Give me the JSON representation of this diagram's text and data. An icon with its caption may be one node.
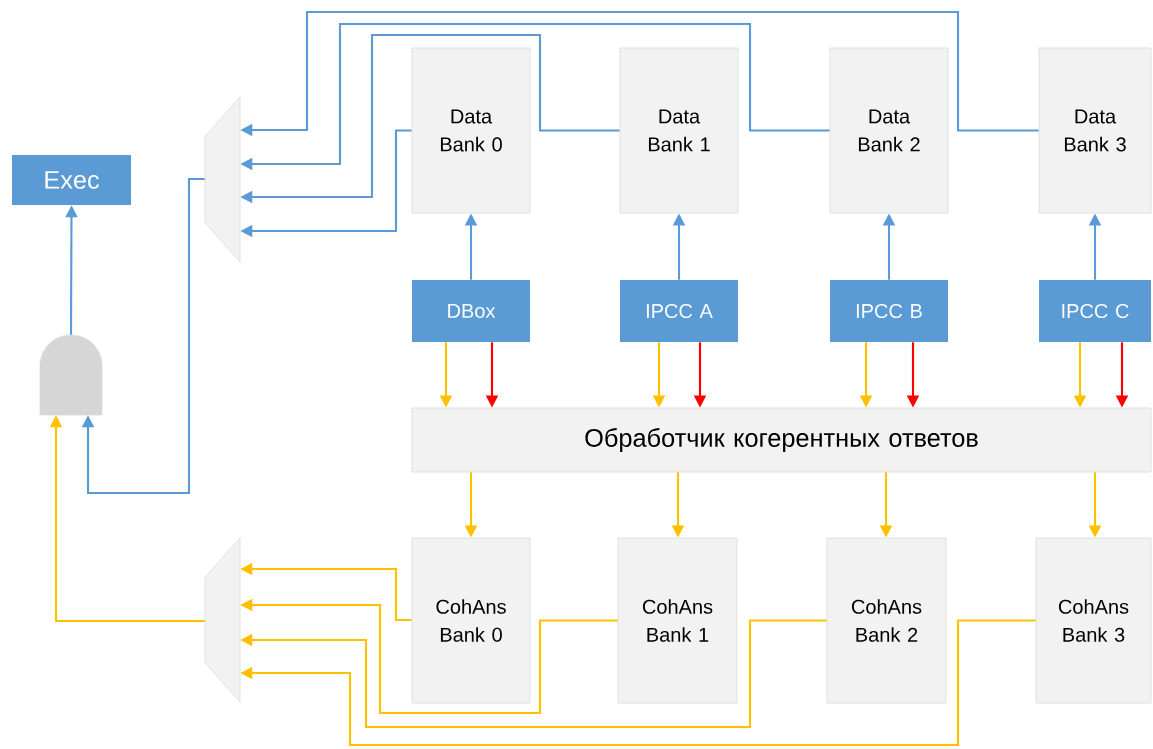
{
  "diagram": {
    "nodes": [
      {
        "text": [
          "Exec"
        ]
      },
      {
        "text": [
          "Data Bank 0"
        ]
      },
      {
        "text": [
          "Data Bank 1"
        ]
      },
      {
        "text": [
          "Data Bank 2"
        ]
      },
      {
        "text": [
          "Data Bank 3"
        ]
      },
      {
        "text": [],
        "shape": "trapezoid"
      },
      {
        "text": [],
        "shape": "gate"
      },
      {
        "text": [
          "DBox"
        ]
      },
      {
        "text": [
          "IPCC A"
        ]
      },
      {
        "text": [
          "IPCC B"
        ]
      },
      {
        "text": [
          "IPCC C"
        ]
      },
      {
        "text": [
          "Обработчик когерентных ответов"
        ]
      },
      {
        "text": [],
        "shape": "trapezoid"
      },
      {
        "text": [
          "CohAns Bank 0"
        ]
      },
      {
        "text": [
          "CohAns Bank 1"
        ]
      },
      {
        "text": [
          "CohAns Bank 2"
        ]
      },
      {
        "text": [
          "CohAns Bank 3"
        ]
      }
    ],
    "edges": [
      {
        "from": 6,
        "to": 0,
        "arrow": "to",
        "color": "#5b9bd5"
      },
      {
        "from": 1,
        "to": 5,
        "arrow": "to",
        "color": "#5b9bd5"
      },
      {
        "from": 2,
        "to": 5,
        "arrow": "to",
        "color": "#5b9bd5"
      },
      {
        "from": 3,
        "to": 5,
        "arrow": "to",
        "color": "#5b9bd5"
      },
      {
        "from": 4,
        "to": 5,
        "arrow": "to",
        "color": "#5b9bd5"
      },
      {
        "from": 5,
        "to": 6,
        "arrow": "to",
        "color": "#5b9bd5"
      },
      {
        "from": 7,
        "to": 1,
        "arrow": "to",
        "color": "#5b9bd5"
      },
      {
        "from": 8,
        "to": 2,
        "arrow": "to",
        "color": "#5b9bd5"
      },
      {
        "from": 9,
        "to": 3,
        "arrow": "to",
        "color": "#5b9bd5"
      },
      {
        "from": 10,
        "to": 4,
        "arrow": "to",
        "color": "#5b9bd5"
      },
      {
        "from": 7,
        "to": 11,
        "arrow": "to"
      },
      {
        "from": 7,
        "to": 11,
        "arrow": "to",
        "color": "#ff0000"
      },
      {
        "from": 8,
        "to": 11,
        "arrow": "to"
      },
      {
        "from": 8,
        "to": 11,
        "arrow": "to",
        "color": "#ff0000"
      },
      {
        "from": 9,
        "to": 11,
        "arrow": "to"
      },
      {
        "from": 9,
        "to": 11,
        "arrow": "to",
        "color": "#ff0000"
      },
      {
        "from": 10,
        "to": 11,
        "arrow": "to"
      },
      {
        "from": 10,
        "to": 11,
        "arrow": "to",
        "color": "#ff0000"
      },
      {
        "from": 11,
        "to": 13,
        "arrow": "to"
      },
      {
        "from": 11,
        "to": 14,
        "arrow": "to"
      },
      {
        "from": 11,
        "to": 15,
        "arrow": "to"
      },
      {
        "from": 11,
        "to": 16,
        "arrow": "to"
      },
      {
        "from": 13,
        "to": 12,
        "arrow": "to"
      },
      {
        "from": 14,
        "to": 12,
        "arrow": "to"
      },
      {
        "from": 15,
        "to": 12,
        "arrow": "to"
      },
      {
        "from": 16,
        "to": 12,
        "arrow": "to"
      },
      {
        "from": 12,
        "to": 6,
        "arrow": "to"
      }
    ]
  }
}
